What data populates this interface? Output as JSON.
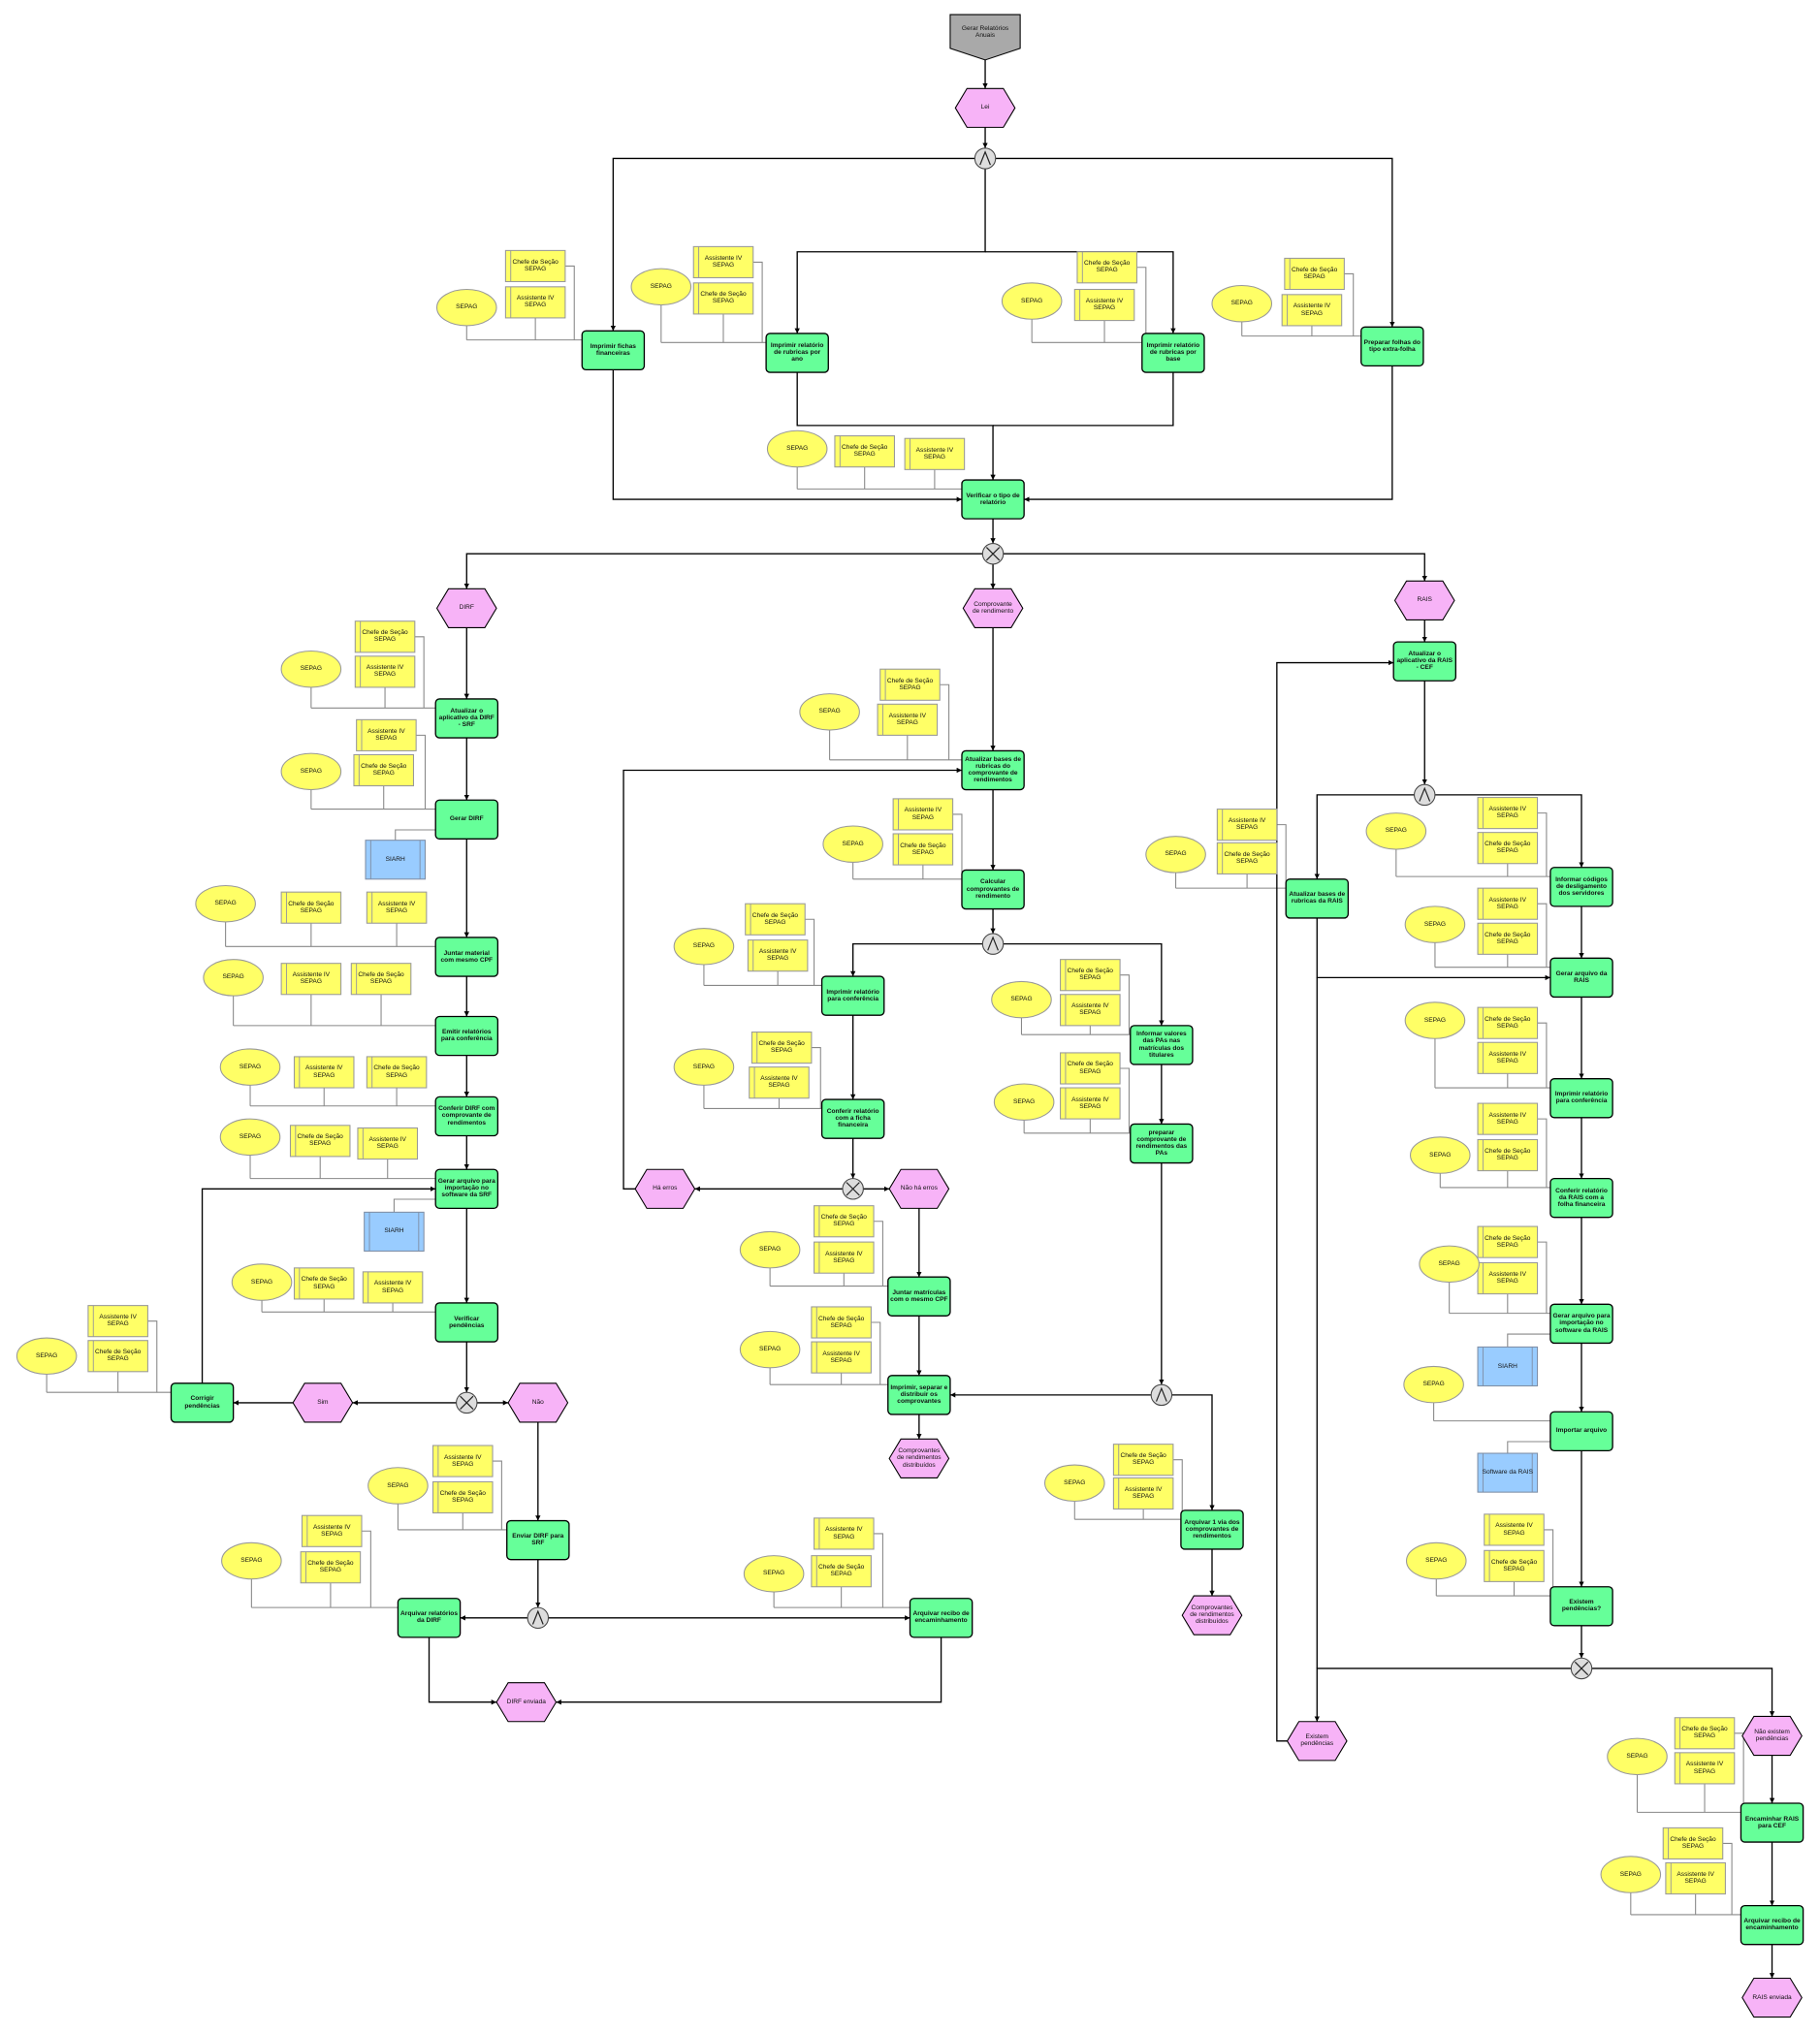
{
  "title": "Gerar Relatórios Anuais",
  "colors": {
    "function": "#66ff99",
    "event": "#f7b3f7",
    "org": "#ffff66",
    "role": "#ffff66",
    "system": "#99ccff",
    "start": "#a9a9a9",
    "connector": "#dddddd"
  },
  "nodes": {
    "start": {
      "type": "start",
      "label": "Gerar Relatórios Anuais"
    },
    "lei": {
      "type": "event",
      "label": "Lei"
    },
    "c1": {
      "type": "and"
    },
    "f1": {
      "type": "function",
      "label": "Imprimir fichas financeiras",
      "res": [
        {
          "type": "role",
          "label": "Chefe de Seção SEPAG"
        },
        {
          "type": "role",
          "label": "Assistente IV SEPAG"
        },
        {
          "type": "org",
          "label": "SEPAG"
        }
      ]
    },
    "f2": {
      "type": "function",
      "label": "Imprimir relatório de rubricas por ano",
      "res": [
        {
          "type": "role",
          "label": "Assistente IV SEPAG"
        },
        {
          "type": "role",
          "label": "Chefe de Seção SEPAG"
        },
        {
          "type": "org",
          "label": "SEPAG"
        }
      ]
    },
    "f3": {
      "type": "function",
      "label": "Imprimir relatório de rubricas por base",
      "res": [
        {
          "type": "role",
          "label": "Chefe de Seção SEPAG"
        },
        {
          "type": "role",
          "label": "Assistente IV SEPAG"
        },
        {
          "type": "org",
          "label": "SEPAG"
        }
      ]
    },
    "f4": {
      "type": "function",
      "label": "Preparar folhas do tipo extra-folha",
      "res": [
        {
          "type": "role",
          "label": "Chefe de Seção SEPAG"
        },
        {
          "type": "role",
          "label": "Assistente IV SEPAG"
        },
        {
          "type": "org",
          "label": "SEPAG"
        }
      ]
    },
    "f5": {
      "type": "function",
      "label": "Verificar o tipo de relatório",
      "res": [
        {
          "type": "org",
          "label": "SEPAG"
        },
        {
          "type": "role",
          "label": "Chefe de Seção SEPAG"
        },
        {
          "type": "role",
          "label": "Assistente IV SEPAG"
        }
      ]
    },
    "c2": {
      "type": "xor"
    },
    "eDirf": {
      "type": "event",
      "label": "DIRF"
    },
    "eComp": {
      "type": "event",
      "label": "Comprovante de rendimento"
    },
    "eRais": {
      "type": "event",
      "label": "RAIS"
    },
    "d1": {
      "type": "function",
      "label": "Atualizar o aplicativo da DIRF - SRF",
      "res": [
        {
          "type": "role",
          "label": "Chefe de Seção SEPAG"
        },
        {
          "type": "role",
          "label": "Assistente IV SEPAG"
        },
        {
          "type": "org",
          "label": "SEPAG"
        }
      ]
    },
    "d2": {
      "type": "function",
      "label": "Gerar DIRF",
      "res": [
        {
          "type": "role",
          "label": "Assistente IV SEPAG"
        },
        {
          "type": "role",
          "label": "Chefe de Seção SEPAG"
        },
        {
          "type": "org",
          "label": "SEPAG"
        },
        {
          "type": "system",
          "label": "SIARH"
        }
      ]
    },
    "d3": {
      "type": "function",
      "label": "Juntar material com mesmo CPF",
      "res": [
        {
          "type": "org",
          "label": "SEPAG"
        },
        {
          "type": "role",
          "label": "Chefe de Seção SEPAG"
        },
        {
          "type": "role",
          "label": "Assistente IV SEPAG"
        }
      ]
    },
    "d4": {
      "type": "function",
      "label": "Emitir relatórios para conferência",
      "res": [
        {
          "type": "org",
          "label": "SEPAG"
        },
        {
          "type": "role",
          "label": "Assistente IV SEPAG"
        },
        {
          "type": "role",
          "label": "Chefe de Seção SEPAG"
        }
      ]
    },
    "d5": {
      "type": "function",
      "label": "Conferir DIRF com comprovante de rendimentos",
      "res": [
        {
          "type": "org",
          "label": "SEPAG"
        },
        {
          "type": "role",
          "label": "Assistente IV SEPAG"
        },
        {
          "type": "role",
          "label": "Chefe de Seção SEPAG"
        }
      ]
    },
    "d6": {
      "type": "function",
      "label": "Gerar arquivo para importação no software da SRF",
      "res": [
        {
          "type": "org",
          "label": "SEPAG"
        },
        {
          "type": "role",
          "label": "Chefe de Seção SEPAG"
        },
        {
          "type": "role",
          "label": "Assistente IV SEPAG"
        },
        {
          "type": "system",
          "label": "SIARH"
        }
      ]
    },
    "d7": {
      "type": "function",
      "label": "Verificar pendências",
      "res": [
        {
          "type": "org",
          "label": "SEPAG"
        },
        {
          "type": "role",
          "label": "Chefe de Seção SEPAG"
        },
        {
          "type": "role",
          "label": "Assistente IV SEPAG"
        }
      ]
    },
    "dx": {
      "type": "xor"
    },
    "eSim": {
      "type": "event",
      "label": "Sim"
    },
    "eNao": {
      "type": "event",
      "label": "Não"
    },
    "d8": {
      "type": "function",
      "label": "Corrigir pendências",
      "res": [
        {
          "type": "role",
          "label": "Assistente IV SEPAG"
        },
        {
          "type": "role",
          "label": "Chefe de Seção SEPAG"
        },
        {
          "type": "org",
          "label": "SEPAG"
        }
      ]
    },
    "d9": {
      "type": "function",
      "label": "Enviar DIRF para SRF",
      "res": [
        {
          "type": "role",
          "label": "Assistente IV SEPAG"
        },
        {
          "type": "role",
          "label": "Chefe de Seção SEPAG"
        },
        {
          "type": "org",
          "label": "SEPAG"
        }
      ]
    },
    "da": {
      "type": "and"
    },
    "d10": {
      "type": "function",
      "label": "Arquivar relatórios da DIRF",
      "res": [
        {
          "type": "role",
          "label": "Assistente IV SEPAG"
        },
        {
          "type": "role",
          "label": "Chefe de Seção SEPAG"
        },
        {
          "type": "org",
          "label": "SEPAG"
        }
      ]
    },
    "d11": {
      "type": "function",
      "label": "Arquivar recibo de encaminhamento",
      "res": [
        {
          "type": "role",
          "label": "Assistente IV SEPAG"
        },
        {
          "type": "role",
          "label": "Chefe de Seção SEPAG"
        },
        {
          "type": "org",
          "label": "SEPAG"
        }
      ]
    },
    "eDirfEnv": {
      "type": "event",
      "label": "DIRF enviada"
    },
    "m1": {
      "type": "function",
      "label": "Atualizar bases de rubricas do comprovante de rendimentos",
      "res": [
        {
          "type": "role",
          "label": "Chefe de Seção SEPAG"
        },
        {
          "type": "role",
          "label": "Assistente IV SEPAG"
        },
        {
          "type": "org",
          "label": "SEPAG"
        }
      ]
    },
    "m2": {
      "type": "function",
      "label": "Calcular comprovantes de rendimento",
      "res": [
        {
          "type": "role",
          "label": "Assistente IV SEPAG"
        },
        {
          "type": "role",
          "label": "Chefe de Seção SEPAG"
        },
        {
          "type": "org",
          "label": "SEPAG"
        }
      ]
    },
    "mc": {
      "type": "and"
    },
    "m3": {
      "type": "function",
      "label": "Imprimir relatório para conferência",
      "res": [
        {
          "type": "role",
          "label": "Chefe de Seção SEPAG"
        },
        {
          "type": "role",
          "label": "Assistente IV SEPAG"
        },
        {
          "type": "org",
          "label": "SEPAG"
        }
      ]
    },
    "m4": {
      "type": "function",
      "label": "Conferir relatório com a ficha financeira",
      "res": [
        {
          "type": "role",
          "label": "Chefe de Seção SEPAG"
        },
        {
          "type": "role",
          "label": "Assistente IV SEPAG"
        },
        {
          "type": "org",
          "label": "SEPAG"
        }
      ]
    },
    "mx": {
      "type": "xor"
    },
    "eHa": {
      "type": "event",
      "label": "Há erros"
    },
    "eNaoHa": {
      "type": "event",
      "label": "Não há erros"
    },
    "m5": {
      "type": "function",
      "label": "Juntar matrículas com o mesmo CPF",
      "res": [
        {
          "type": "role",
          "label": "Chefe de Seção SEPAG"
        },
        {
          "type": "role",
          "label": "Assistente IV SEPAG"
        },
        {
          "type": "org",
          "label": "SEPAG"
        }
      ]
    },
    "m6": {
      "type": "function",
      "label": "Imprimir, separar e distribuir os comprovantes",
      "res": [
        {
          "type": "role",
          "label": "Chefe de Seção SEPAG"
        },
        {
          "type": "role",
          "label": "Assistente IV SEPAG"
        },
        {
          "type": "org",
          "label": "SEPAG"
        }
      ]
    },
    "eDist1": {
      "type": "event",
      "label": "Comprovantes de rendimentos distribuídos"
    },
    "m7": {
      "type": "function",
      "label": "Informar valores das PAs nas matrículas dos titulares",
      "res": [
        {
          "type": "role",
          "label": "Chefe de Seção SEPAG"
        },
        {
          "type": "role",
          "label": "Assistente IV SEPAG"
        },
        {
          "type": "org",
          "label": "SEPAG"
        }
      ]
    },
    "m8": {
      "type": "function",
      "label": "preparar comprovante de rendimentos das PAs",
      "res": [
        {
          "type": "role",
          "label": "Chefe de Seção SEPAG"
        },
        {
          "type": "role",
          "label": "Assistente IV SEPAG"
        },
        {
          "type": "org",
          "label": "SEPAG"
        }
      ]
    },
    "mc2": {
      "type": "and"
    },
    "m9": {
      "type": "function",
      "label": "Arquivar 1 via dos comprovantes de rendimentos",
      "res": [
        {
          "type": "role",
          "label": "Chefe de Seção SEPAG"
        },
        {
          "type": "role",
          "label": "Assistente IV SEPAG"
        },
        {
          "type": "org",
          "label": "SEPAG"
        }
      ]
    },
    "eDist2": {
      "type": "event",
      "label": "Comprovantes de rendimentos distribuídos"
    },
    "r1": {
      "type": "function",
      "label": "Atualizar o aplicativo da RAIS - CEF",
      "res": []
    },
    "rc": {
      "type": "and"
    },
    "r2": {
      "type": "function",
      "label": "Atualizar bases de rubricas da RAIS",
      "res": [
        {
          "type": "role",
          "label": "Assistente IV SEPAG"
        },
        {
          "type": "role",
          "label": "Chefe de Seção SEPAG"
        },
        {
          "type": "org",
          "label": "SEPAG"
        }
      ]
    },
    "r3": {
      "type": "function",
      "label": "Informar códigos de desligamento dos servidores",
      "res": [
        {
          "type": "role",
          "label": "Assistente IV SEPAG"
        },
        {
          "type": "role",
          "label": "Chefe de Seção SEPAG"
        },
        {
          "type": "org",
          "label": "SEPAG"
        }
      ]
    },
    "r4": {
      "type": "function",
      "label": "Gerar arquivo da RAIS",
      "res": [
        {
          "type": "role",
          "label": "Assistente IV SEPAG"
        },
        {
          "type": "role",
          "label": "Chefe de Seção SEPAG"
        },
        {
          "type": "org",
          "label": "SEPAG"
        }
      ]
    },
    "r5": {
      "type": "function",
      "label": "Imprimir relatório para conferência",
      "res": [
        {
          "type": "role",
          "label": "Chefe de Seção SEPAG"
        },
        {
          "type": "role",
          "label": "Assistente IV SEPAG"
        },
        {
          "type": "org",
          "label": "SEPAG"
        }
      ]
    },
    "r6": {
      "type": "function",
      "label": "Conferir relatório da RAIS com a folha financeira",
      "res": [
        {
          "type": "role",
          "label": "Assistente IV SEPAG"
        },
        {
          "type": "role",
          "label": "Chefe de Seção SEPAG"
        },
        {
          "type": "org",
          "label": "SEPAG"
        }
      ]
    },
    "r7": {
      "type": "function",
      "label": "Gerar arquivo para importação no software da RAIS",
      "res": [
        {
          "type": "role",
          "label": "Chefe de Seção SEPAG"
        },
        {
          "type": "role",
          "label": "Assistente IV SEPAG"
        },
        {
          "type": "org",
          "label": "SEPAG"
        },
        {
          "type": "system",
          "label": "SIARH"
        }
      ]
    },
    "r8": {
      "type": "function",
      "label": "Importar arquivo",
      "res": [
        {
          "type": "org",
          "label": "SEPAG"
        },
        {
          "type": "system",
          "label": "Software da RAIS"
        }
      ]
    },
    "r9": {
      "type": "function",
      "label": "Existem pendências?",
      "res": [
        {
          "type": "role",
          "label": "Assistente IV SEPAG"
        },
        {
          "type": "role",
          "label": "Chefe de Seção SEPAG"
        },
        {
          "type": "org",
          "label": "SEPAG"
        }
      ]
    },
    "rx": {
      "type": "xor"
    },
    "eExist": {
      "type": "event",
      "label": "Existem pendências"
    },
    "eNaoExist": {
      "type": "event",
      "label": "Não existem pendências"
    },
    "r10": {
      "type": "function",
      "label": "Encaminhar RAIS para CEF",
      "res": [
        {
          "type": "role",
          "label": "Chefe de Seção SEPAG"
        },
        {
          "type": "role",
          "label": "Assistente IV SEPAG"
        },
        {
          "type": "org",
          "label": "SEPAG"
        }
      ]
    },
    "r11": {
      "type": "function",
      "label": "Arquivar recibo de encaminhamento",
      "res": [
        {
          "type": "role",
          "label": "Chefe de Seção SEPAG"
        },
        {
          "type": "role",
          "label": "Assistente IV SEPAG"
        },
        {
          "type": "org",
          "label": "SEPAG"
        }
      ]
    },
    "eRaisEnv": {
      "type": "event",
      "label": "RAIS enviada"
    }
  }
}
